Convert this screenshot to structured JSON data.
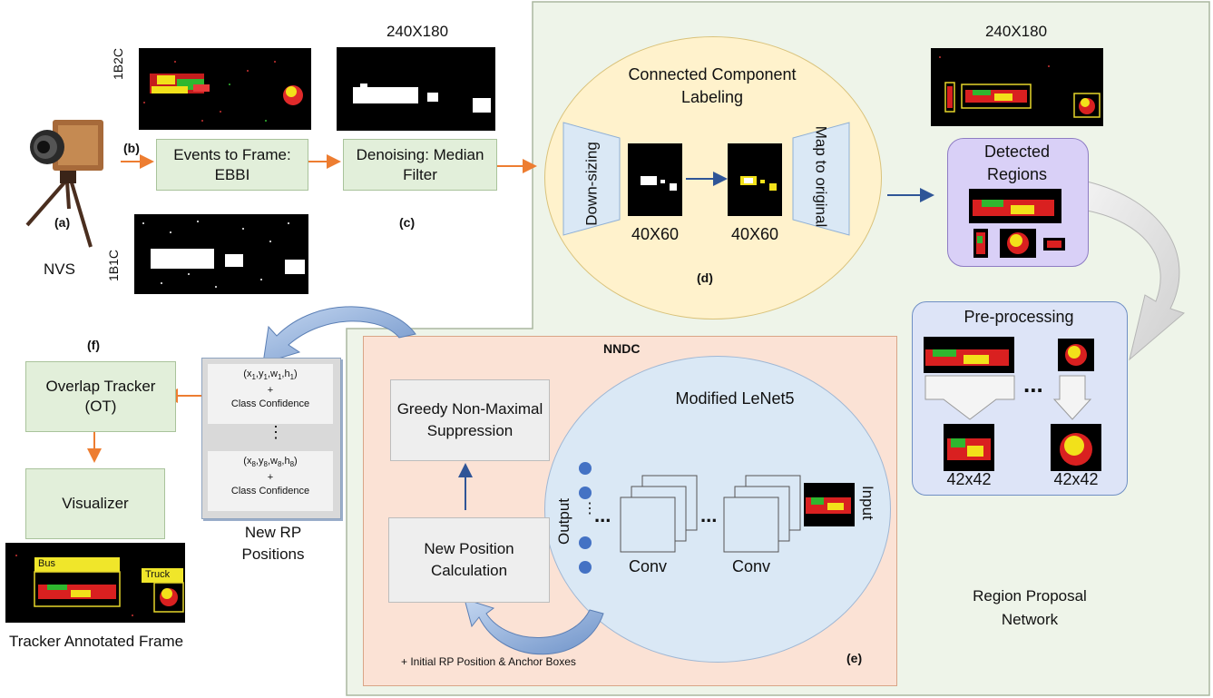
{
  "labels": {
    "a": "(a)",
    "b": "(b)",
    "c": "(c)",
    "d": "(d)",
    "e": "(e)",
    "f": "(f)"
  },
  "camera": {
    "name": "NVS"
  },
  "frames": {
    "top_tag": "1B2C",
    "bottom_tag": "1B1C",
    "size_denoise": "240X180",
    "size_detected": "240X180",
    "size_small_a": "40X60",
    "size_small_b": "40X60",
    "size_pre_a": "42x42",
    "size_pre_b": "42x42"
  },
  "boxes": {
    "events_to_frame": "Events to Frame: EBBI",
    "denoising": "Denoising: Median Filter",
    "overlap_tracker": "Overlap Tracker (OT)",
    "visualizer": "Visualizer",
    "greedy_nms": "Greedy Non-Maximal Suppression",
    "new_position": "New Position Calculation"
  },
  "ccl": {
    "title": "Connected Component Labeling",
    "downsizing": "Down-sizing",
    "map_to_original": "Map to original"
  },
  "detected": {
    "title": "Detected Regions"
  },
  "preprocessing": {
    "title": "Pre-processing",
    "ellipsis": "..."
  },
  "nndc": {
    "title": "NNDC",
    "net_name": "Modified LeNet5",
    "conv_a": "Conv",
    "conv_b": "Conv",
    "output": "Output",
    "input": "Input",
    "initial": "+ Initial RP Position & Anchor Boxes"
  },
  "rp_positions": {
    "caption": "New RP Positions",
    "first_tuple": "(x1,y1,w1,h1)",
    "last_tuple": "(x8,y8,w8,h8)",
    "plus": "+",
    "class_conf": "Class Confidence",
    "vellipsis": "⋮"
  },
  "tracker_frame": {
    "caption": "Tracker Annotated Frame",
    "bus": "Bus",
    "truck": "Truck"
  },
  "rpn": {
    "title": "Region Proposal Network"
  },
  "colors": {
    "rpn_bg": "#eef4e9",
    "nndc_bg": "#fbe2d5",
    "ccl_bg": "#fff2cc",
    "lenet_bg": "#dae8f5",
    "detected_bg": "#d9d0f7",
    "pre_bg": "#dde4f7",
    "arrow_orange": "#ed7d31",
    "arrow_blue": "#2f5597"
  }
}
